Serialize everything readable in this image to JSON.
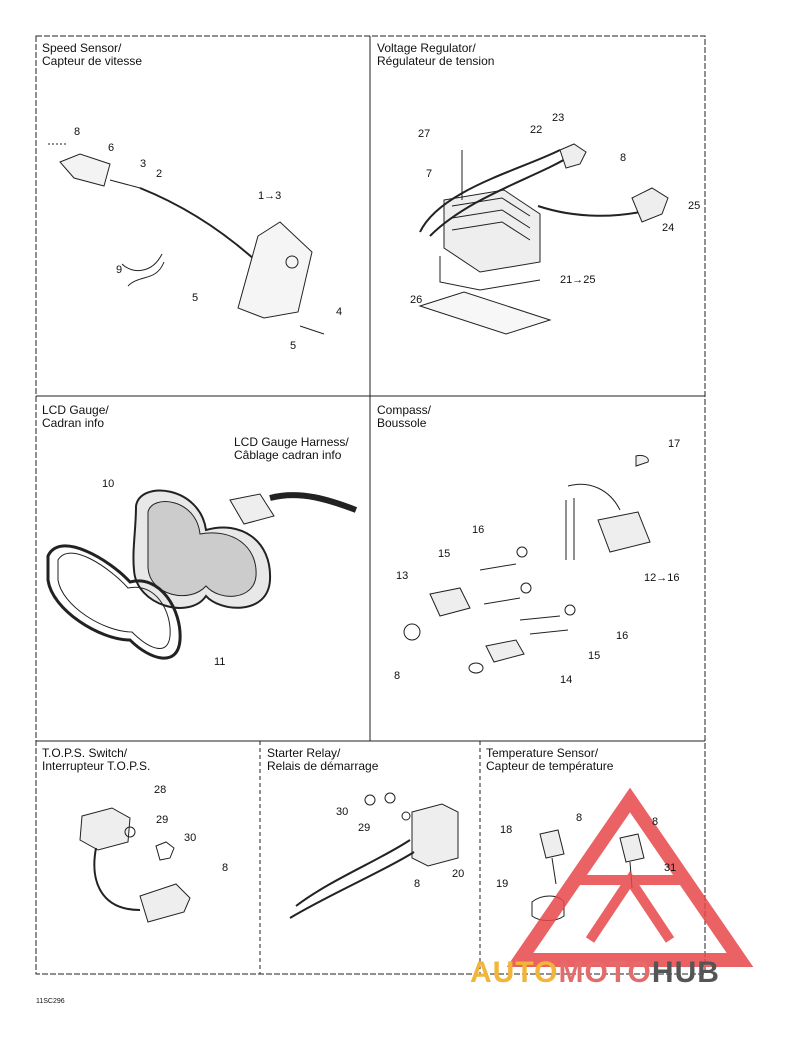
{
  "panels": {
    "speed_sensor": {
      "title_en": "Speed Sensor/",
      "title_fr": "Capteur de vitesse"
    },
    "voltage_regulator": {
      "title_en": "Voltage Regulator/",
      "title_fr": "Régulateur de tension"
    },
    "lcd_gauge": {
      "title_en": "LCD Gauge/",
      "title_fr": "Cadran info"
    },
    "compass": {
      "title_en": "Compass/",
      "title_fr": "Boussole"
    },
    "tops_switch": {
      "title_en": "T.O.P.S. Switch/",
      "title_fr": "Interrupteur T.O.P.S."
    },
    "starter_relay": {
      "title_en": "Starter Relay/",
      "title_fr": "Relais de démarrage"
    },
    "temperature_sensor": {
      "title_en": "Temperature Sensor/",
      "title_fr": "Capteur de température"
    }
  },
  "harness_label": {
    "en": "LCD Gauge Harness/",
    "fr": "Câblage cadran info"
  },
  "callouts": {
    "c8a": "8",
    "c6": "6",
    "c3": "3",
    "c2": "2",
    "c1to3": "1→3",
    "c9": "9",
    "c5": "5",
    "c4": "4",
    "c5b": "5",
    "c27": "27",
    "c7": "7",
    "c22": "22",
    "c23": "23",
    "c8b": "8",
    "c25": "25",
    "c24": "24",
    "c21to25": "21→25",
    "c26": "26",
    "c10": "10",
    "c11": "11",
    "c17": "17",
    "c16a": "16",
    "c15a": "15",
    "c13": "13",
    "c12to16": "12→16",
    "c16b": "16",
    "c15b": "15",
    "c14": "14",
    "c8c": "8",
    "c28": "28",
    "c29a": "29",
    "c30a": "30",
    "c8d": "8",
    "c30b": "30",
    "c29b": "29",
    "c20": "20",
    "c8e": "8",
    "c18": "18",
    "c8f": "8",
    "c8g": "8",
    "c31": "31",
    "c19": "19"
  },
  "figure_code": "11SC296",
  "watermark": {
    "part1": "AUTO",
    "part2": "MOTO",
    "part3": "HUB"
  },
  "colors": {
    "line": "#222222",
    "watermark_red": "#e8474a",
    "watermark_yellow": "#f2b53a",
    "watermark_gray": "#555555"
  }
}
